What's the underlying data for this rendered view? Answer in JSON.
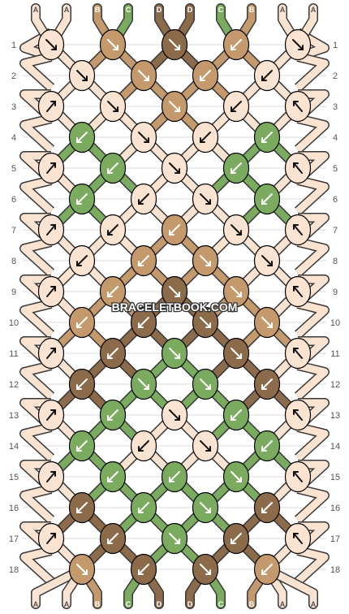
{
  "watermark": "BRACELETBOOK.COM",
  "rows": [
    "1",
    "2",
    "3",
    "4",
    "5",
    "6",
    "7",
    "8",
    "9",
    "10",
    "11",
    "12",
    "13",
    "14",
    "15",
    "16",
    "17",
    "18"
  ],
  "strands": {
    "top": [
      "A",
      "A",
      "B",
      "C",
      "D",
      "D",
      "C",
      "B",
      "A",
      "A"
    ],
    "bottom": [
      "A",
      "A",
      "B",
      "C",
      "D",
      "D",
      "C",
      "B",
      "A",
      "A"
    ]
  },
  "colors": {
    "A": "#fbe3d1",
    "B": "#c49a6c",
    "C": "#7aab5e",
    "D": "#8c6b4a",
    "outline": "#000000",
    "rowline": "#d9d9d9",
    "letter_dark": "#ffffff",
    "letter_light": "#555555"
  },
  "knots": [
    [
      [
        "A",
        "se"
      ],
      [
        "B",
        "se"
      ],
      [
        "D",
        "se"
      ],
      [
        "B",
        "sw"
      ],
      [
        "A",
        "se"
      ]
    ],
    [
      [
        "A",
        "se"
      ],
      [
        "B",
        "se"
      ],
      [
        "B",
        "sw"
      ],
      [
        "A",
        "sw"
      ]
    ],
    [
      [
        "A",
        "ne"
      ],
      [
        "A",
        "se"
      ],
      [
        "B",
        "se"
      ],
      [
        "A",
        "sw"
      ],
      [
        "A",
        "nw"
      ]
    ],
    [
      [
        "C",
        "sw"
      ],
      [
        "A",
        "se"
      ],
      [
        "A",
        "sw"
      ],
      [
        "C",
        "sw"
      ]
    ],
    [
      [
        "A",
        "ne"
      ],
      [
        "C",
        "sw"
      ],
      [
        "A",
        "se"
      ],
      [
        "C",
        "sw"
      ],
      [
        "A",
        "nw"
      ]
    ],
    [
      [
        "C",
        "sw"
      ],
      [
        "A",
        "sw"
      ],
      [
        "A",
        "se"
      ],
      [
        "C",
        "sw"
      ]
    ],
    [
      [
        "A",
        "ne"
      ],
      [
        "A",
        "sw"
      ],
      [
        "B",
        "sw"
      ],
      [
        "A",
        "se"
      ],
      [
        "A",
        "nw"
      ]
    ],
    [
      [
        "A",
        "sw"
      ],
      [
        "B",
        "sw"
      ],
      [
        "B",
        "se"
      ],
      [
        "A",
        "se"
      ]
    ],
    [
      [
        "A",
        "ne"
      ],
      [
        "B",
        "sw"
      ],
      [
        "D",
        "se"
      ],
      [
        "B",
        "se"
      ],
      [
        "A",
        "nw"
      ]
    ],
    [
      [
        "B",
        "sw"
      ],
      [
        "D",
        "sw"
      ],
      [
        "D",
        "se"
      ],
      [
        "B",
        "se"
      ]
    ],
    [
      [
        "A",
        "ne"
      ],
      [
        "D",
        "sw"
      ],
      [
        "C",
        "se"
      ],
      [
        "D",
        "se"
      ],
      [
        "A",
        "nw"
      ]
    ],
    [
      [
        "D",
        "sw"
      ],
      [
        "C",
        "se"
      ],
      [
        "C",
        "se"
      ],
      [
        "D",
        "sw"
      ]
    ],
    [
      [
        "A",
        "ne"
      ],
      [
        "C",
        "sw"
      ],
      [
        "A",
        "se"
      ],
      [
        "C",
        "sw"
      ],
      [
        "A",
        "nw"
      ]
    ],
    [
      [
        "C",
        "sw"
      ],
      [
        "A",
        "sw"
      ],
      [
        "A",
        "se"
      ],
      [
        "C",
        "sw"
      ]
    ],
    [
      [
        "A",
        "ne"
      ],
      [
        "C",
        "sw"
      ],
      [
        "C",
        "sw"
      ],
      [
        "C",
        "se"
      ],
      [
        "A",
        "nw"
      ]
    ],
    [
      [
        "D",
        "sw"
      ],
      [
        "C",
        "sw"
      ],
      [
        "C",
        "se"
      ],
      [
        "D",
        "sw"
      ]
    ],
    [
      [
        "A",
        "ne"
      ],
      [
        "D",
        "sw"
      ],
      [
        "C",
        "se"
      ],
      [
        "D",
        "sw"
      ],
      [
        "A",
        "nw"
      ]
    ],
    [
      [
        "B",
        "se"
      ],
      [
        "D",
        "sw"
      ],
      [
        "D",
        "se"
      ],
      [
        "B",
        "sw"
      ]
    ]
  ]
}
